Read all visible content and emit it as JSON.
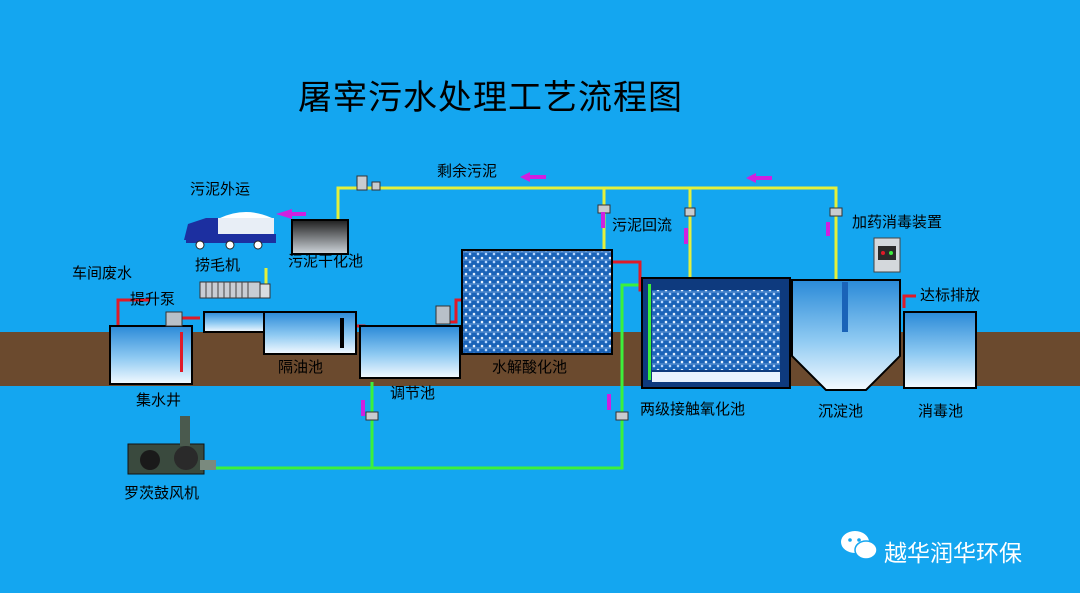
{
  "title": "屠宰污水处理工艺流程图",
  "labels": {
    "sludge_transport": "污泥外运",
    "surplus_sludge": "剩余污泥",
    "sludge_drying_tank": "污泥干化池",
    "screen_machine": "捞毛机",
    "workshop_wastewater": "车间废水",
    "lift_pump": "提升泵",
    "collection_well": "集水井",
    "oil_separator": "隔油池",
    "equalization_tank": "调节池",
    "hydrolysis_tank": "水解酸化池",
    "sludge_return": "污泥回流",
    "contact_oxidation_tank": "两级接触氧化池",
    "dosing_device": "加药消毒装置",
    "discharge": "达标排放",
    "sedimentation_tank": "沉淀池",
    "disinfection_tank": "消毒池",
    "roots_blower": "罗茨鼓风机"
  },
  "brand": "越华润华环保",
  "colors": {
    "background": "#14a6f0",
    "ground": "#6b4a2e",
    "sludge_pipe": "#e4f03c",
    "air_pipe": "#3cf03c",
    "water_pipe": "#e01a28",
    "flow_arrow": "#d020e0"
  }
}
